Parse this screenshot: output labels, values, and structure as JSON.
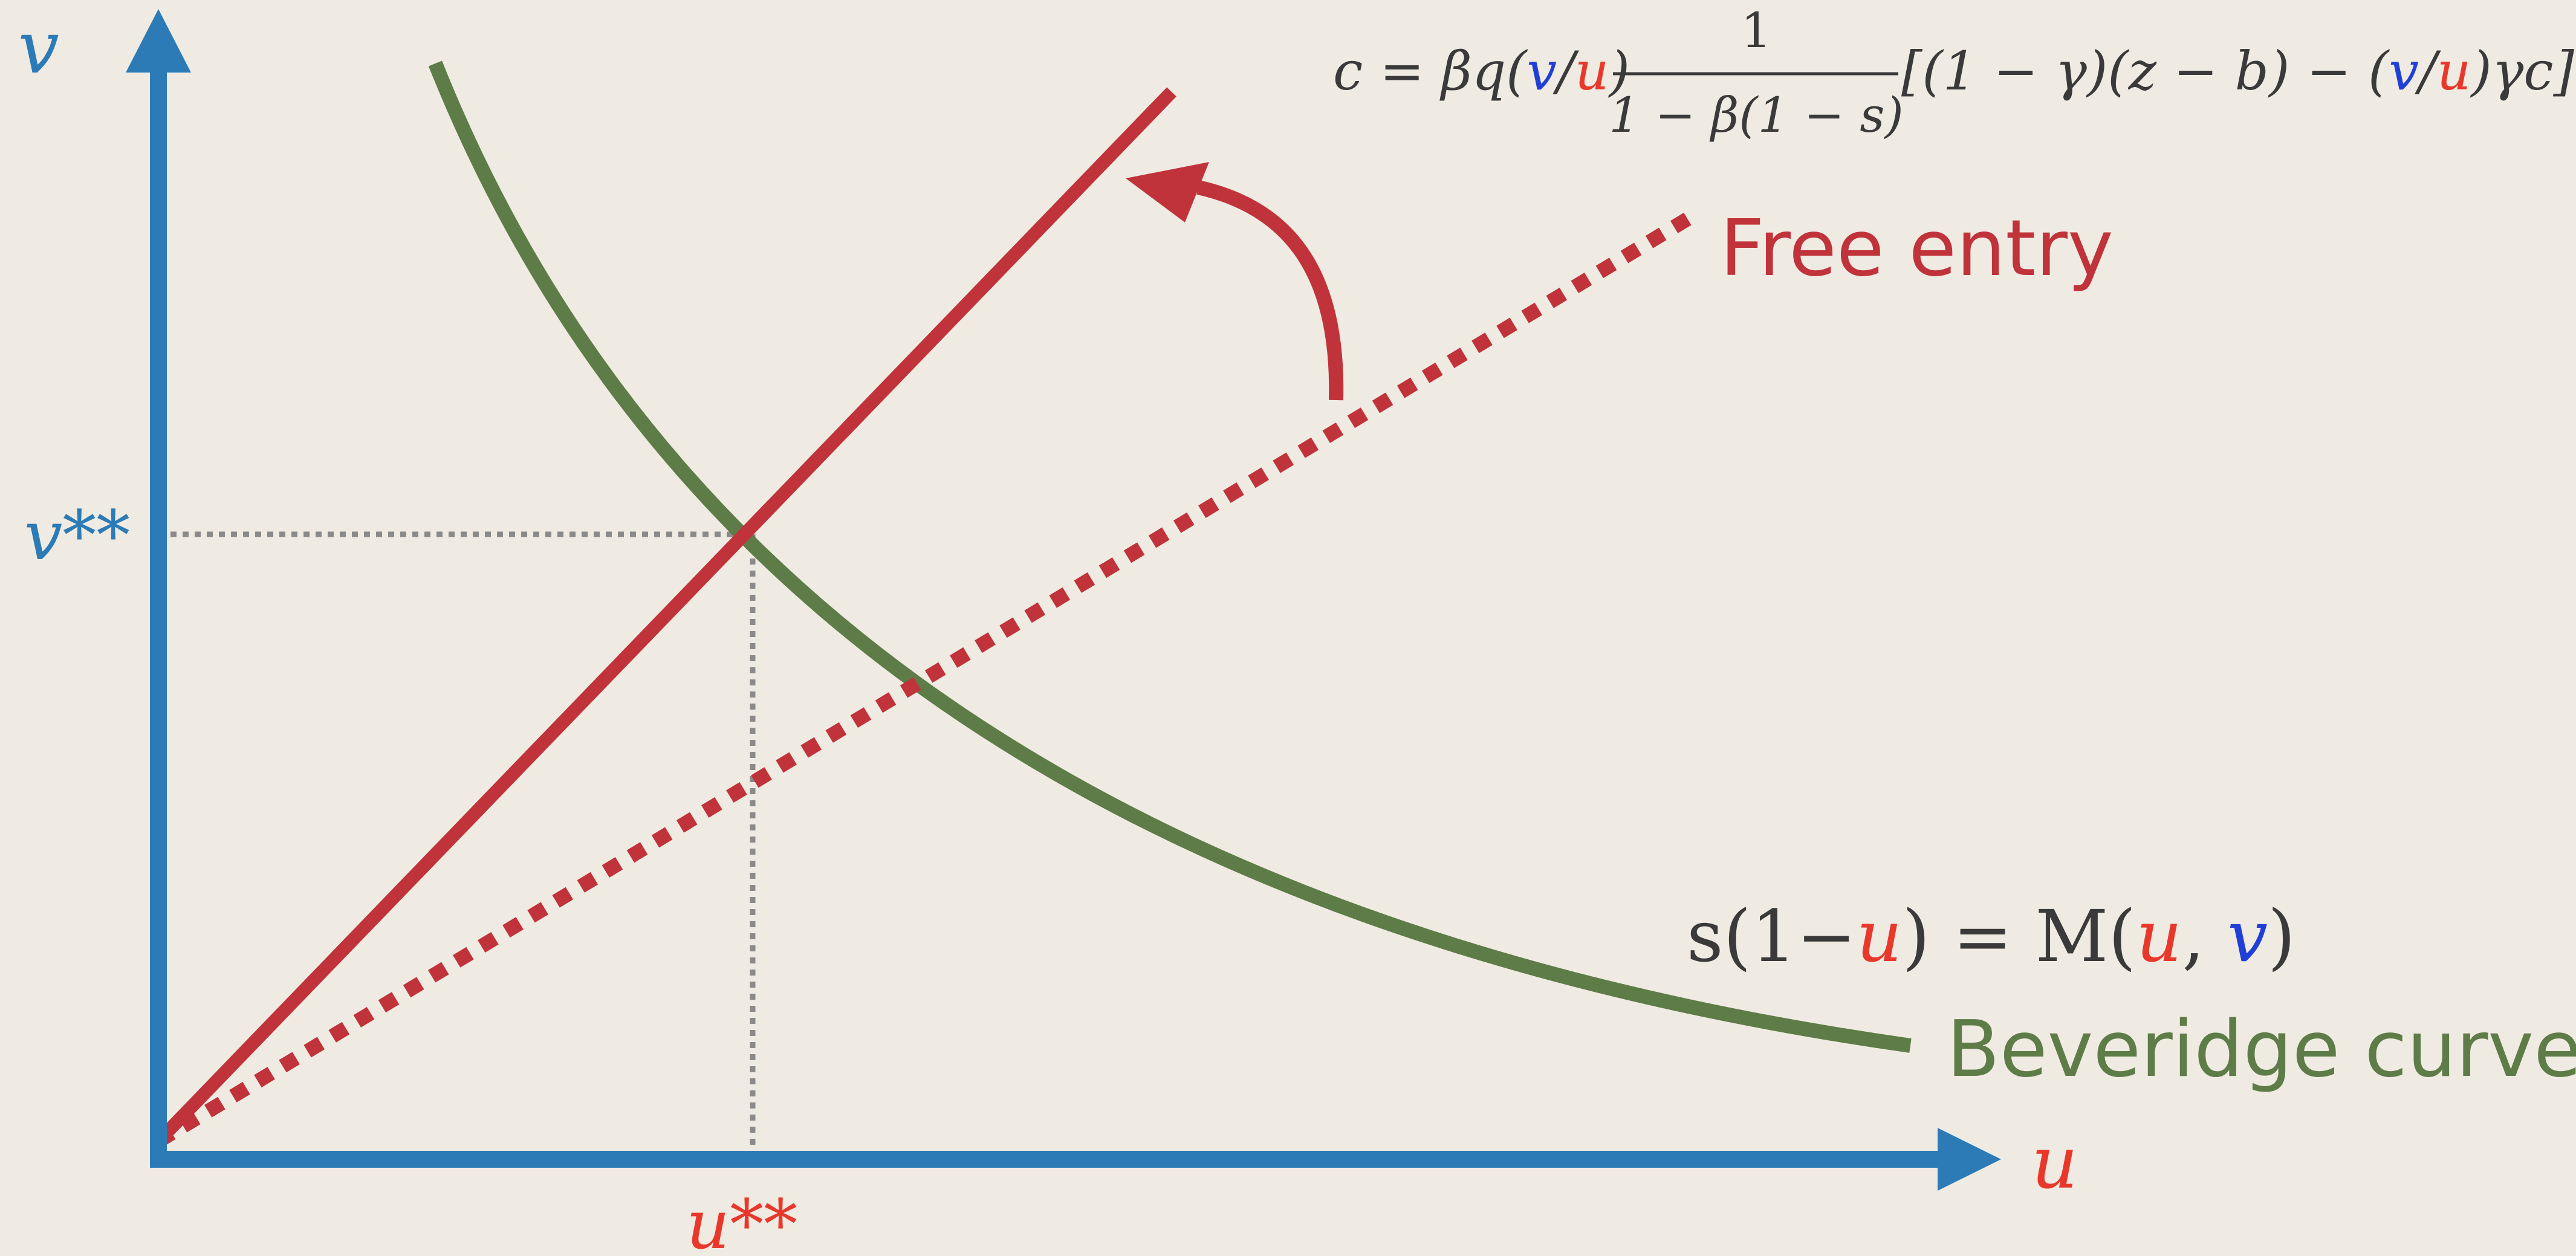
{
  "colors": {
    "background": "#f0ebe2",
    "axis": "#2c7bb6",
    "free_entry": "#c0333a",
    "beveridge": "#5e7c48",
    "guide": "#8a8a8a",
    "text_dark": "#3a3a3a",
    "var_u": "#e8382c",
    "var_v": "#1f3fd6"
  },
  "axes": {
    "x_label": "u",
    "y_label": "v"
  },
  "equilibrium": {
    "u_label": "u**",
    "v_label": "v**"
  },
  "labels": {
    "free_entry": "Free entry",
    "beveridge": "Beveridge curve"
  },
  "beveridge_equation": {
    "lhs": "s(1−",
    "u": "u",
    "mid": ") = M(",
    "u2": "u",
    "comma": ", ",
    "v": "v",
    "close": ")"
  },
  "free_entry_equation": {
    "c_eq": "c = βq(",
    "v": "v",
    "slash": "/",
    "u": "u",
    "close": ")",
    "numerator": "1",
    "denominator": "1 − β(1 − s)",
    "bracket_a": "[(1 − γ)(z − b) − (",
    "v2": "v",
    "slash2": "/",
    "u2": "u",
    "bracket_b": ")γc]"
  }
}
